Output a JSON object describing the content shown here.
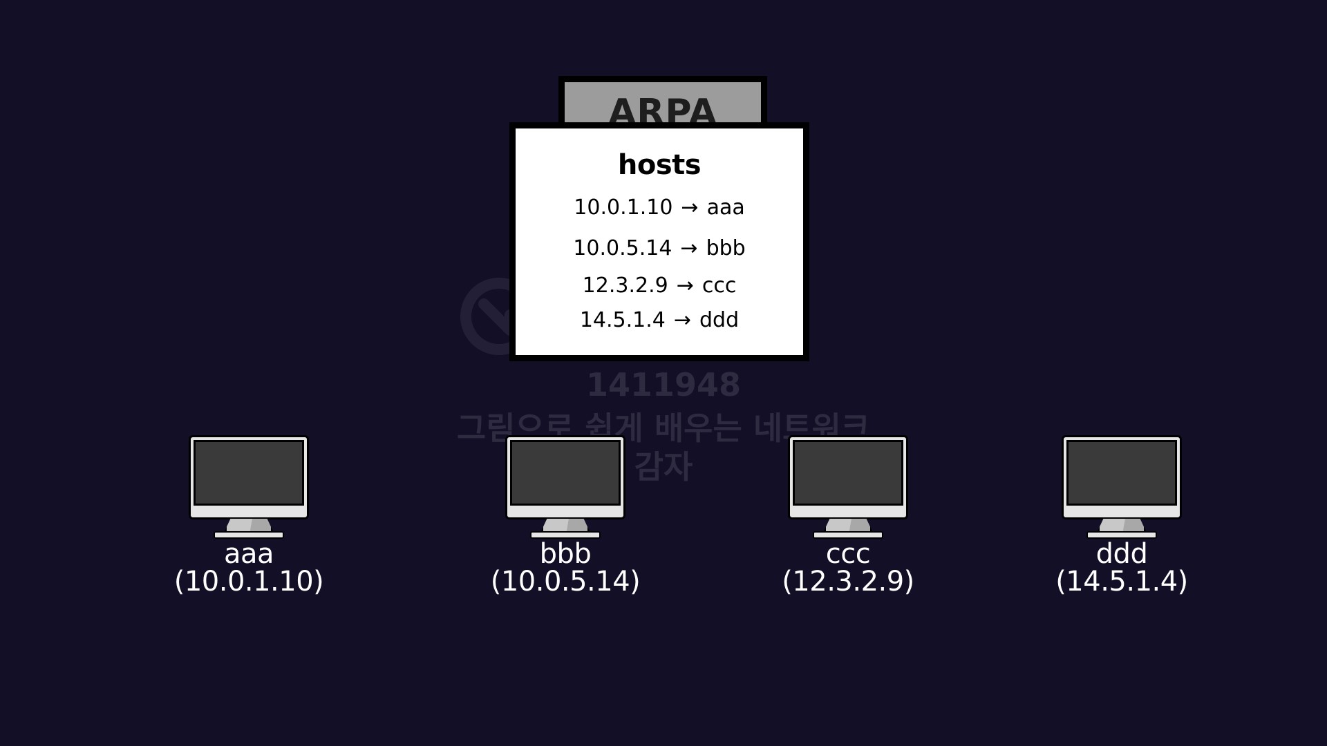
{
  "server": {
    "label": "ARPA"
  },
  "hosts_file": {
    "title": "hosts",
    "entries": [
      {
        "ip": "10.0.1.10",
        "arrow": "→",
        "name": "aaa"
      },
      {
        "ip": "10.0.5.14",
        "arrow": "→",
        "name": "bbb"
      },
      {
        "ip": "12.3.2.9",
        "arrow": "→",
        "name": "ccc"
      },
      {
        "ip": "14.5.1.4",
        "arrow": "→",
        "name": "ddd"
      }
    ]
  },
  "computers": [
    {
      "name": "aaa",
      "ip": "(10.0.1.10)"
    },
    {
      "name": "bbb",
      "ip": "(10.0.5.14)"
    },
    {
      "name": "ccc",
      "ip": "(12.3.2.9)"
    },
    {
      "name": "ddd",
      "ip": "(14.5.1.4)"
    }
  ],
  "watermark": {
    "brand": "inflearn",
    "id": "1411948",
    "course": "그림으로 쉽게 배우는 네트워크",
    "lecturer": "감자"
  },
  "colors": {
    "background": "#120f27",
    "server_box": "#9c9c9c",
    "card": "#ffffff",
    "screen": "#3a3a3a",
    "watermark": "#2e2a40"
  }
}
